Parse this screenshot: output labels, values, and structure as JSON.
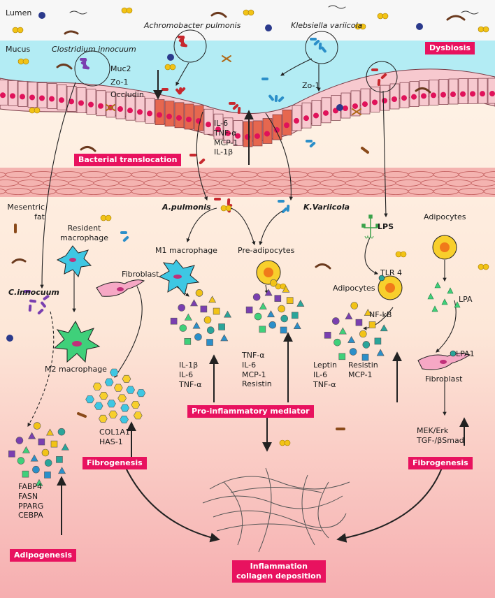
{
  "regions": {
    "lumen": "Lumen",
    "mucus": "Mucus",
    "mesentric_line1": "Mesentric",
    "mesentric_line2": "fat"
  },
  "bacteria": {
    "achromobacter": "Achromobacter pulmonis",
    "klebsiella": "Klebsiella variicola",
    "clostridium": "Clostridium innocuum",
    "a_pulmonis": "A.pulmonis",
    "k_variicola": "K.Variicola",
    "c_innocuum": "C.innocuum"
  },
  "barrier_markers": [
    "Muc2",
    "Zo-1",
    "Occludin"
  ],
  "zo1_right": "Zo-1",
  "cytokines_top": [
    "IL-6",
    "TNF-α",
    "MCP-1",
    "IL-1β"
  ],
  "cells": {
    "resident_line1": "Resident",
    "resident_line2": "macrophage",
    "m2": "M2 macrophage",
    "m1": "M1 macrophage",
    "fibroblast": "Fibroblast",
    "pre_adipocytes": "Pre-adipocytes",
    "adipocytes_mid": "Adipocytes",
    "adipocytes_right": "Adipocytes",
    "fibroblast_right": "Fibroblast"
  },
  "signals": {
    "lps": "LPS",
    "tlr4": "TLR 4",
    "nfkb": "NF-kB",
    "lpa": "LPA",
    "lpa1": "LPA1"
  },
  "gene_lists": {
    "m1_out": [
      "IL-1β",
      "IL-6",
      "TNF-α"
    ],
    "preadipo_out": [
      "TNF-α",
      "IL-6",
      "MCP-1",
      "Resistin"
    ],
    "adipo_left": [
      "Leptin",
      "IL-6",
      "TNF-α"
    ],
    "adipo_right": [
      "Resistin",
      "MCP-1"
    ],
    "fibro_left": [
      "COL1A1",
      "HAS-1"
    ],
    "fibro_right": [
      "MEK/Erk",
      "TGF-/βSmad"
    ],
    "adipogenic": [
      "FABP4",
      "FASN",
      "PPARG",
      "CEBPA"
    ]
  },
  "badges": {
    "dysbiosis": "Dysbiosis",
    "translocation": "Bacterial translocation",
    "pro_inflammatory": "Pro-inflammatory mediator",
    "fibrogenesis_left": "Fibrogenesis",
    "fibrogenesis_right": "Fibrogenesis",
    "adipogenesis": "Adipogenesis",
    "inflammation_line1": "Inflammation",
    "inflammation_line2": "collagen deposition"
  },
  "colors": {
    "accent": "#e8125f",
    "mucus": "#b3ecf4",
    "epithelium": "#f7c9cf",
    "epithelium_active": "#e6674f",
    "nucleus": "#e0125a",
    "tissue": "#fdeedd",
    "muscle": "#f4b3b0"
  }
}
